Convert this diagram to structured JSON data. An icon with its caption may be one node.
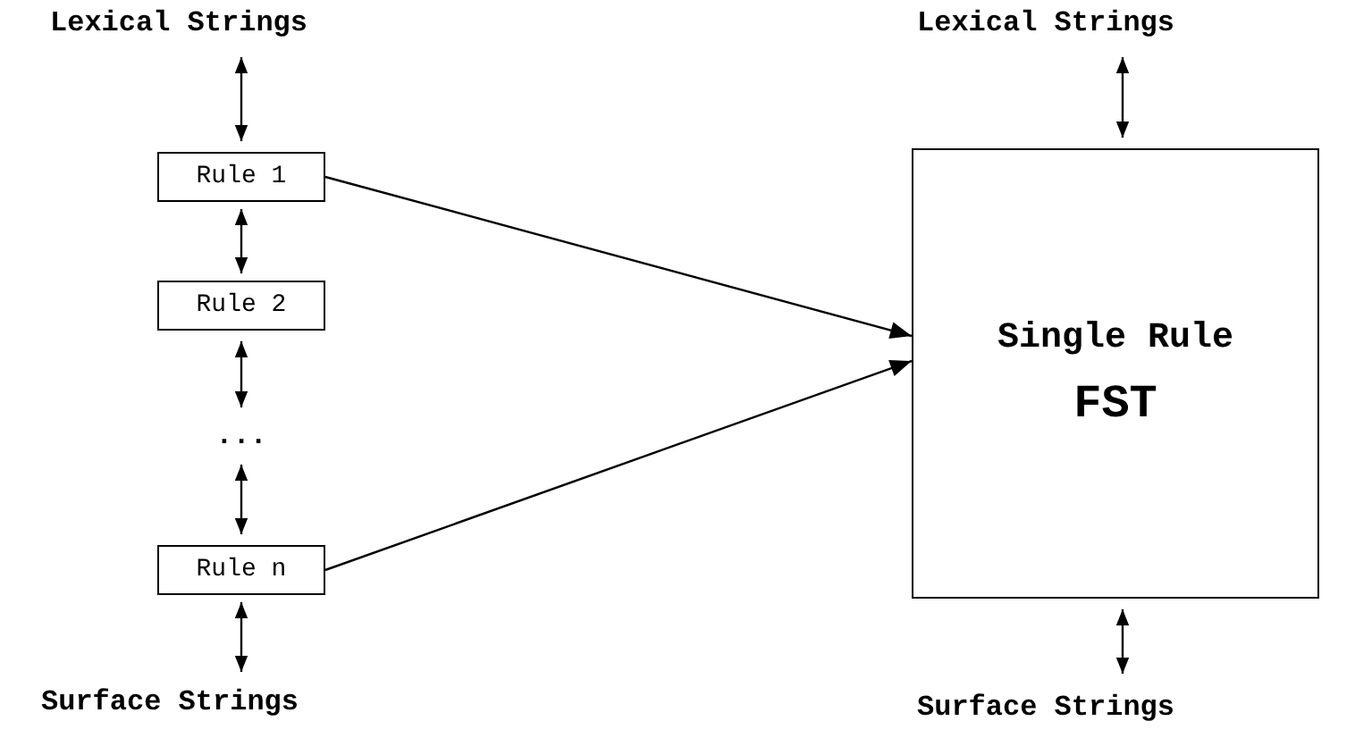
{
  "diagram": {
    "nodes": [
      {
        "text": [
          "Lexical Strings"
        ]
      },
      {
        "text": [
          "Rule 1"
        ]
      },
      {
        "text": [
          "Rule 2"
        ]
      },
      {
        "text": [
          "..."
        ]
      },
      {
        "text": [
          "Rule n"
        ]
      },
      {
        "text": [
          "Surface Strings"
        ]
      },
      {
        "text": [
          "Lexical Strings"
        ]
      },
      {
        "text": [
          "Single Rule",
          "FST"
        ]
      },
      {
        "text": [
          "Surface Strings"
        ]
      }
    ],
    "edges": [
      {
        "from": 0,
        "to": 1,
        "arrow": "both"
      },
      {
        "from": 1,
        "to": 2,
        "arrow": "both"
      },
      {
        "from": 2,
        "to": 3,
        "arrow": "both"
      },
      {
        "from": 3,
        "to": 4,
        "arrow": "both"
      },
      {
        "from": 4,
        "to": 5,
        "arrow": "both"
      },
      {
        "from": 1,
        "to": 7,
        "arrow": "to"
      },
      {
        "from": 4,
        "to": 7,
        "arrow": "to"
      },
      {
        "from": 6,
        "to": 7,
        "arrow": "both"
      },
      {
        "from": 7,
        "to": 8,
        "arrow": "both"
      }
    ]
  }
}
